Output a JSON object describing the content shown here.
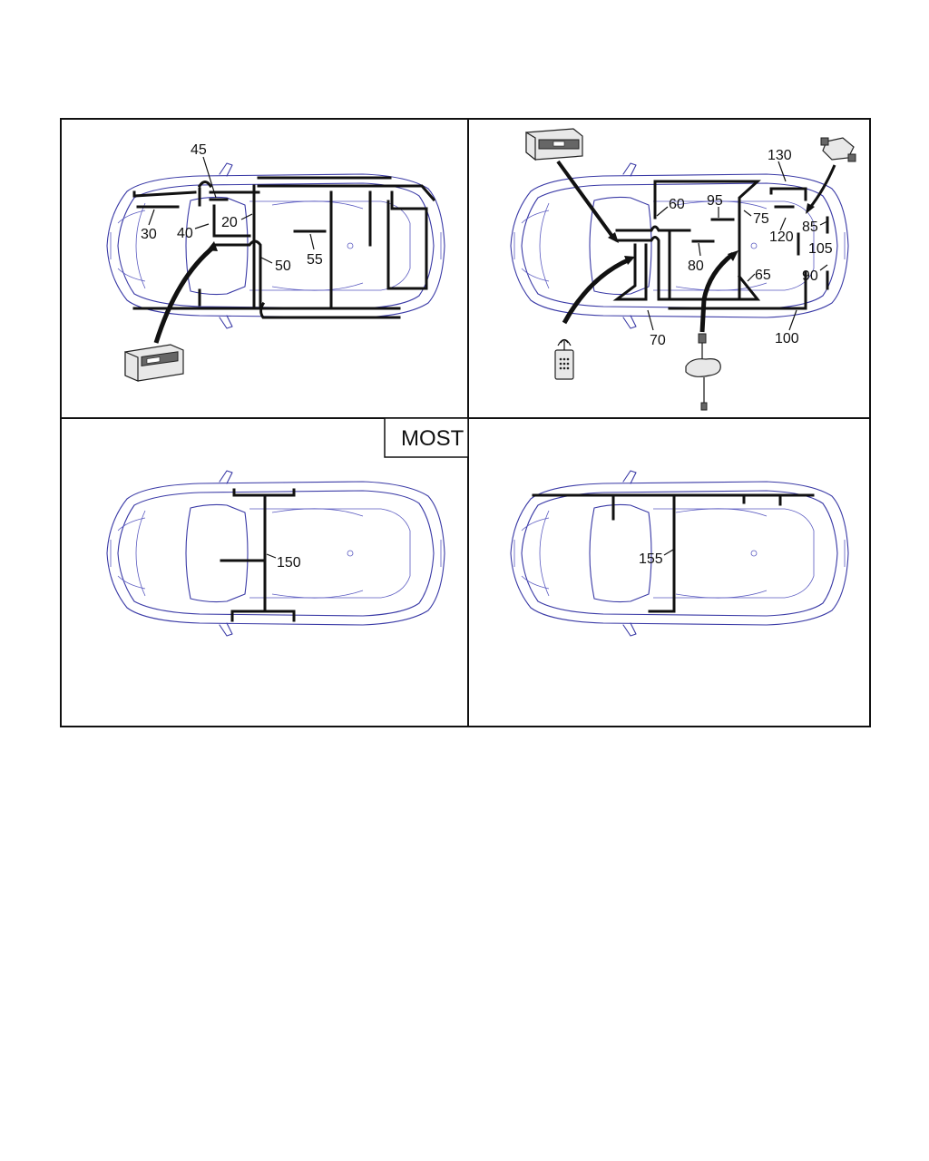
{
  "panels": {
    "top_left": {
      "callouts": [
        "45",
        "30",
        "40",
        "20",
        "50",
        "55"
      ]
    },
    "top_right": {
      "callouts": [
        "130",
        "60",
        "95",
        "75",
        "85",
        "120",
        "105",
        "80",
        "65",
        "90",
        "70",
        "100"
      ]
    },
    "bottom_left": {
      "tag": "MOST",
      "callouts": [
        "150"
      ]
    },
    "bottom_right": {
      "callouts": [
        "155"
      ]
    }
  },
  "icons": {
    "head_unit": "radio-head-unit-icon",
    "remote": "remote-control-icon",
    "antenna": "antenna-module-icon",
    "connector": "connector-plug-icon"
  },
  "colors": {
    "car_outline": "#3a3aa6",
    "harness": "#111111"
  }
}
